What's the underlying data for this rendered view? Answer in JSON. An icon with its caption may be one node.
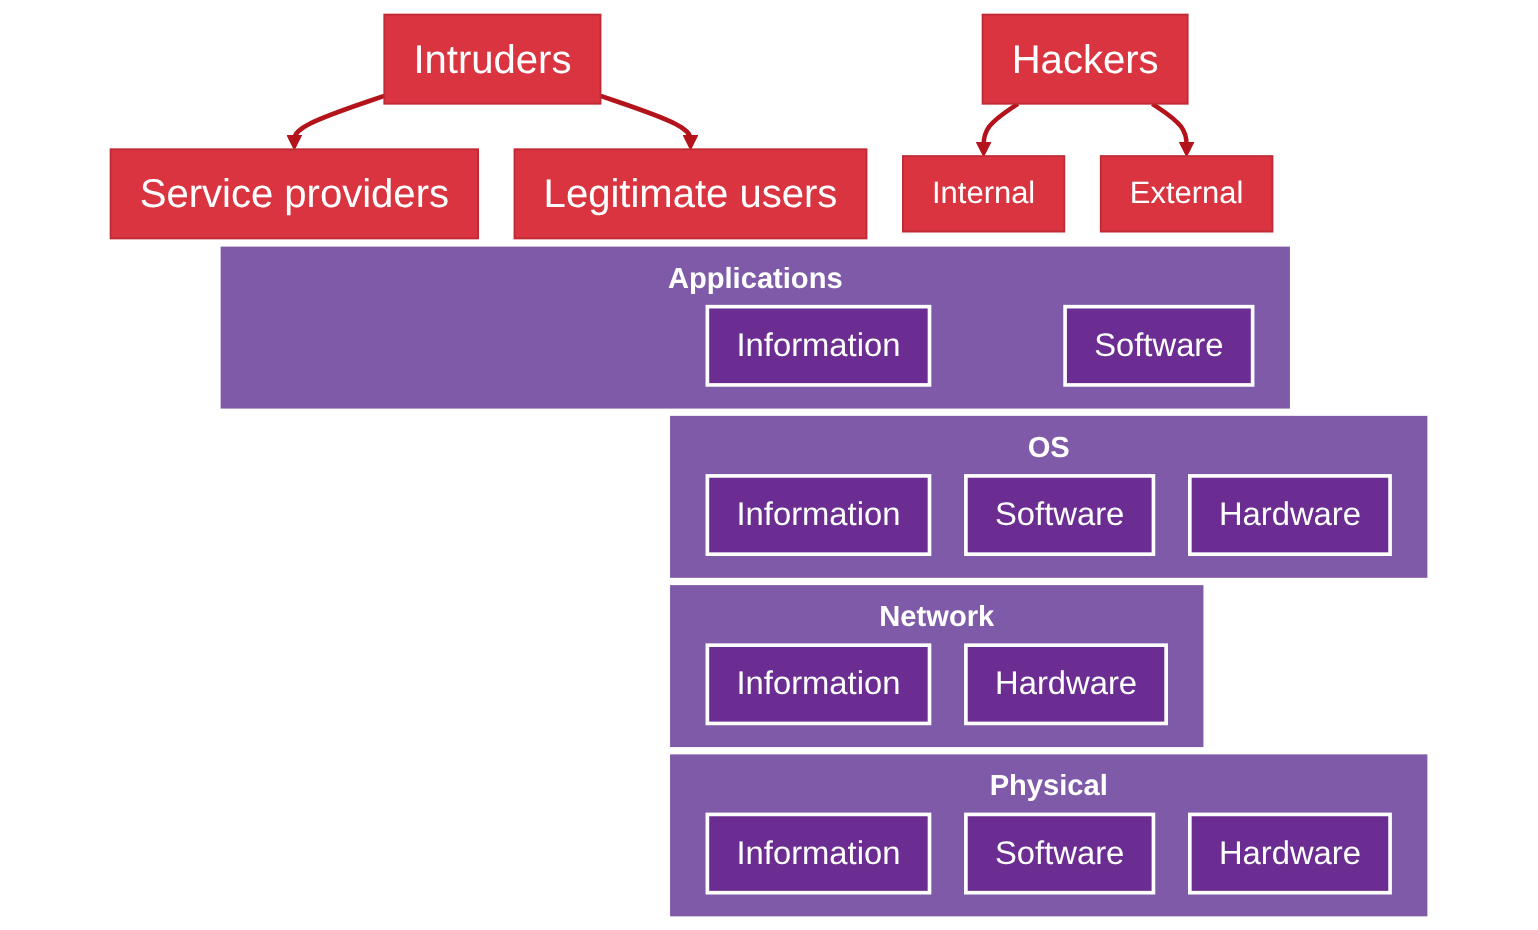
{
  "diagram": {
    "nodes": [
      {
        "text": [
          "Intruders"
        ]
      },
      {
        "text": [
          "Service providers"
        ]
      },
      {
        "text": [
          "Hackers"
        ]
      },
      {
        "text": [
          "Legitimate users"
        ]
      },
      {
        "text": [
          "Internal"
        ]
      },
      {
        "text": [
          "External"
        ]
      },
      {
        "text": [
          "Applications"
        ]
      },
      {
        "text": [
          "Information"
        ],
        "in": 6
      },
      {
        "text": [
          "Software"
        ],
        "in": 6
      },
      {
        "text": [
          "OS"
        ]
      },
      {
        "text": [
          "Information"
        ],
        "in": 9
      },
      {
        "text": [
          "Software"
        ],
        "in": 9
      },
      {
        "text": [
          "Hardware"
        ],
        "in": 9
      },
      {
        "text": [
          "Network"
        ]
      },
      {
        "text": [
          "Information"
        ],
        "in": 13
      },
      {
        "text": [
          "Hardware"
        ],
        "in": 13
      },
      {
        "text": [
          "Physical"
        ]
      },
      {
        "text": [
          "Information"
        ],
        "in": 16
      },
      {
        "text": [
          "Software"
        ],
        "in": 16
      },
      {
        "text": [
          "Hardware"
        ],
        "in": 16
      }
    ],
    "edges": [
      {
        "from": 0,
        "to": 1,
        "arrow": "to"
      },
      {
        "from": 0,
        "to": 3,
        "arrow": "to"
      },
      {
        "from": 2,
        "to": 4,
        "arrow": "to"
      },
      {
        "from": 2,
        "to": 5,
        "arrow": "to"
      }
    ]
  }
}
